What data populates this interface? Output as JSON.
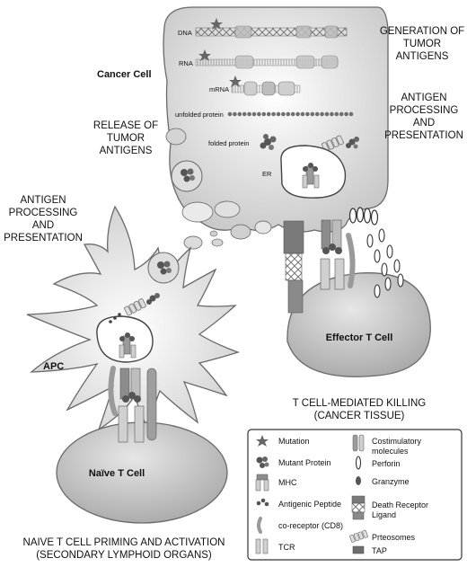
{
  "labels": {
    "cancer_cell": "Cancer Cell",
    "generation": [
      "GENERATION OF",
      "TUMOR",
      "ANTIGENS"
    ],
    "processing_right": [
      "ANTIGEN",
      "PROCESSING",
      "AND",
      "PRESENTATION"
    ],
    "release": [
      "RELEASE OF",
      "TUMOR",
      "ANTIGENS"
    ],
    "processing_left": [
      "ANTIGEN",
      "PROCESSING",
      "AND",
      "PRESENTATION"
    ],
    "dna": "DNA",
    "rna": "RNA",
    "mrna": "mRNA",
    "unfolded_protein": "unfolded protein",
    "folded_protein": "folded protein",
    "er": "ER",
    "apc": "APC",
    "effector_t_cell": "Effector T Cell",
    "naive_t_cell": "Naïve T Cell",
    "killing": [
      "T CELL-MEDIATED KILLING",
      "(CANCER TISSUE)"
    ],
    "priming": [
      "NAIVE T CELL PRIMING AND ACTIVATION",
      "(SECONDARY LYMPHOID ORGANS)"
    ]
  },
  "legend": {
    "mutation": "Mutation",
    "mutant_protein": "Mutant Protein",
    "mhc": "MHC",
    "antigenic_peptide": "Antigenic Peptide",
    "co_receptor": "co-receptor (CD8)",
    "tcr": "TCR",
    "costimulatory": [
      "Costimulatory",
      "molecules"
    ],
    "perforin": "Perforin",
    "granzyme": "Granzyme",
    "death_receptor": [
      "Death Receptor",
      "Ligand"
    ],
    "proteasomes": "Prteosomes",
    "tap": "TAP"
  },
  "colors": {
    "cell_fill": "#d9d9d9",
    "t_cell_fill": "#c9c9c9",
    "outline": "#555555",
    "dark_gray": "#6e6e6e"
  }
}
